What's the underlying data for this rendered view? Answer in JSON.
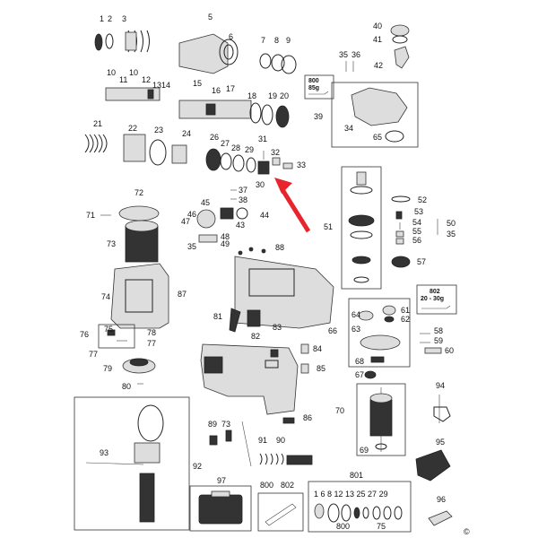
{
  "labels": {
    "l1": "1",
    "l2": "2",
    "l3": "3",
    "l5": "5",
    "l6": "6",
    "l7": "7",
    "l8": "8",
    "l9": "9",
    "l40": "40",
    "l41": "41",
    "l42": "42",
    "l35a": "35",
    "l36": "36",
    "l10a": "10",
    "l11": "11",
    "l10b": "10",
    "l12": "12",
    "l13": "13",
    "l14": "14",
    "l15": "15",
    "l16": "16",
    "l17": "17",
    "l18": "18",
    "l19": "19",
    "l20": "20",
    "l39": "39",
    "l34": "34",
    "l65": "65",
    "l21": "21",
    "l22": "22",
    "l23": "23",
    "l24": "24",
    "l26": "26",
    "l27": "27",
    "l28": "28",
    "l29": "29",
    "l31": "31",
    "l32": "32",
    "l33": "33",
    "l30": "30",
    "l37": "37",
    "l38": "38",
    "l72": "72",
    "l71": "71",
    "l73": "73",
    "l45": "45",
    "l46": "46",
    "l47": "47",
    "l44": "44",
    "l43": "43",
    "l48": "48",
    "l35b": "35",
    "l49": "49",
    "l51": "51",
    "l52": "52",
    "l53": "53",
    "l54": "54",
    "l55": "55",
    "l56": "56",
    "l57": "57",
    "l50": "50",
    "l35c": "35",
    "l88": "88",
    "l87": "87",
    "l74": "74",
    "l81": "81",
    "l82": "82",
    "l76": "76",
    "l75": "75",
    "l78": "78",
    "l77a": "77",
    "l77b": "77",
    "l79": "79",
    "l80": "80",
    "l83": "83",
    "l84": "84",
    "l85": "85",
    "l66": "66",
    "l64": "64",
    "l63": "63",
    "l61": "61",
    "l62": "62",
    "l58": "58",
    "l59": "59",
    "l60": "60",
    "l68": "68",
    "l67": "67",
    "l70": "70",
    "l69": "69",
    "l94": "94",
    "l89": "89",
    "l73b": "73",
    "l86": "86",
    "l91": "91",
    "l90": "90",
    "l93": "93",
    "l92": "92",
    "l95": "95",
    "l96": "96",
    "l97": "97",
    "l800": "800",
    "l802": "802",
    "l801": "801",
    "kit_nums": "1 6 8 12 13 25 27 29",
    "kit_800": "800",
    "kit_75": "75",
    "copyright": "©"
  },
  "boxes": {
    "grease_800_title": "800",
    "grease_800_sub": "85g",
    "grease_802_title": "802",
    "grease_802_sub": "20 - 30g"
  },
  "arrow_color": "#e8242c"
}
